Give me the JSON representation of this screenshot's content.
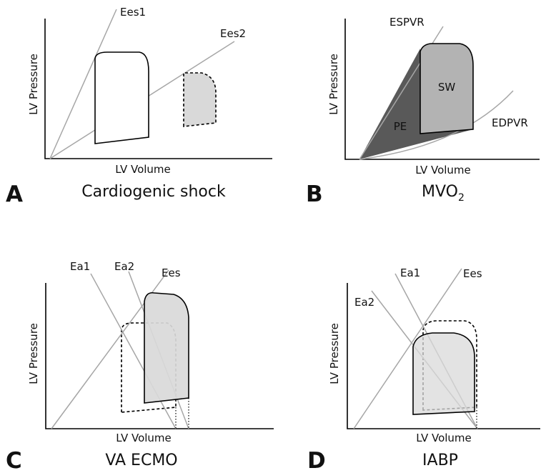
{
  "panels": {
    "A": {
      "letter": "A",
      "caption": "Cardiogenic shock",
      "xlabel": "LV Volume",
      "ylabel": "LV Pressure",
      "line_labels": {
        "ees1": "Ees1",
        "ees2": "Ees2"
      }
    },
    "B": {
      "letter": "B",
      "caption_main": "MVO",
      "caption_sub": "2",
      "xlabel": "LV Volume",
      "ylabel": "LV Pressure",
      "line_labels": {
        "espvr": "ESPVR",
        "edpvr": "EDPVR"
      },
      "area_labels": {
        "sw": "SW",
        "pe": "PE"
      }
    },
    "C": {
      "letter": "C",
      "caption": "VA ECMO",
      "xlabel": "LV Volume",
      "ylabel": "LV Pressure",
      "line_labels": {
        "ea1": "Ea1",
        "ea2": "Ea2",
        "ees": "Ees"
      }
    },
    "D": {
      "letter": "D",
      "caption": "IABP",
      "xlabel": "LV Volume",
      "ylabel": "LV Pressure",
      "line_labels": {
        "ea1": "Ea1",
        "ea2": "Ea2",
        "ees": "Ees"
      }
    }
  },
  "colors": {
    "axis": "#000000",
    "reference_line": "#a6a6a6",
    "loop_fill_light": "#d9d9d9",
    "sw_fill": "#b3b3b3",
    "pe_fill": "#595959"
  }
}
